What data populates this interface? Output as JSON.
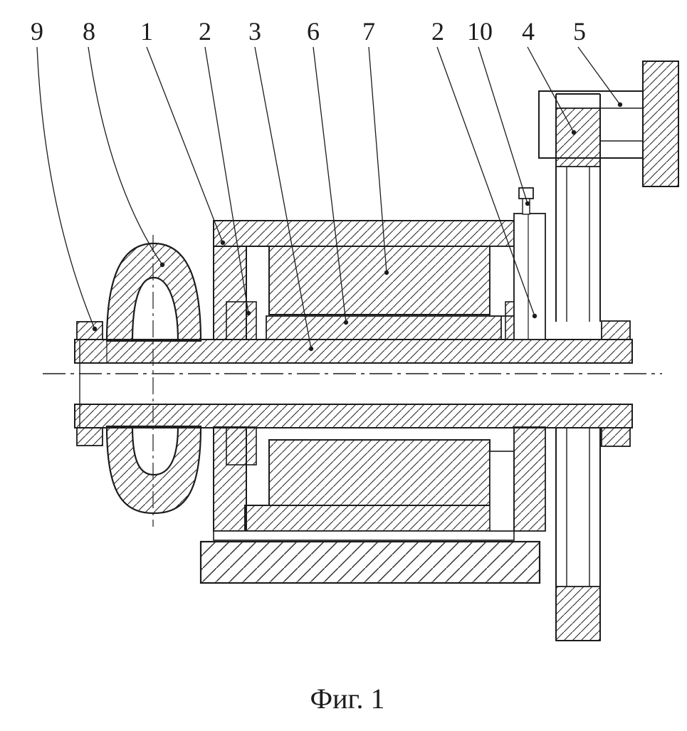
{
  "figure": {
    "caption": "Фиг. 1",
    "callouts": {
      "c9": "9",
      "c8": "8",
      "c1": "1",
      "c2a": "2",
      "c3": "3",
      "c6": "6",
      "c7": "7",
      "c2b": "2",
      "c10": "10",
      "c4": "4",
      "c5": "5"
    },
    "ink_color": "#1c1c1c",
    "background_color": "#ffffff"
  }
}
